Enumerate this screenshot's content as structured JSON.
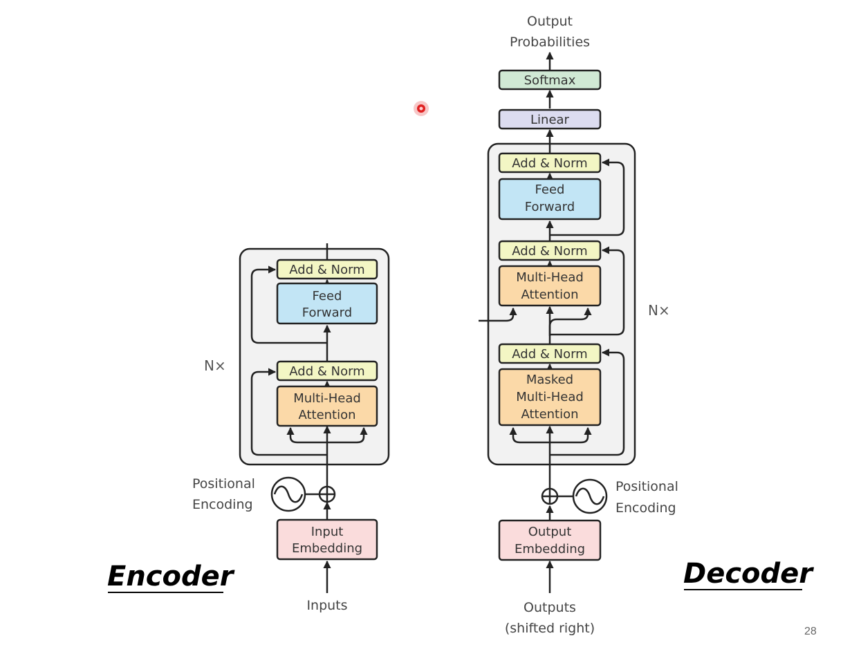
{
  "slide": {
    "page_number": "28",
    "encoder_title": "Encoder",
    "decoder_title": "Decoder"
  },
  "encoder": {
    "add_norm_top": "Add & Norm",
    "feed_forward_1": "Feed",
    "feed_forward_2": "Forward",
    "add_norm_bottom": "Add & Norm",
    "attention_1": "Multi-Head",
    "attention_2": "Attention",
    "repeat": "N×",
    "pos_enc_1": "Positional",
    "pos_enc_2": "Encoding",
    "embedding_1": "Input",
    "embedding_2": "Embedding",
    "inputs": "Inputs"
  },
  "decoder": {
    "output_1": "Output",
    "output_2": "Probabilities",
    "softmax": "Softmax",
    "linear": "Linear",
    "add_norm_top": "Add & Norm",
    "feed_forward_1": "Feed",
    "feed_forward_2": "Forward",
    "add_norm_mid": "Add & Norm",
    "attention_1": "Multi-Head",
    "attention_2": "Attention",
    "repeat": "N×",
    "add_norm_bottom": "Add & Norm",
    "masked_1": "Masked",
    "masked_2": "Multi-Head",
    "masked_3": "Attention",
    "pos_enc_1": "Positional",
    "pos_enc_2": "Encoding",
    "embedding_1": "Output",
    "embedding_2": "Embedding",
    "outputs_1": "Outputs",
    "outputs_2": "(shifted right)"
  },
  "colors": {
    "add_norm": "#f3f6c4",
    "feed_forward": "#c2e5f5",
    "attention": "#fbd9a8",
    "embedding": "#fadcdc",
    "softmax": "#d0e9d4",
    "linear": "#dcdcf0",
    "stack_bg": "#f2f2f2",
    "cursor": "#e02020"
  }
}
